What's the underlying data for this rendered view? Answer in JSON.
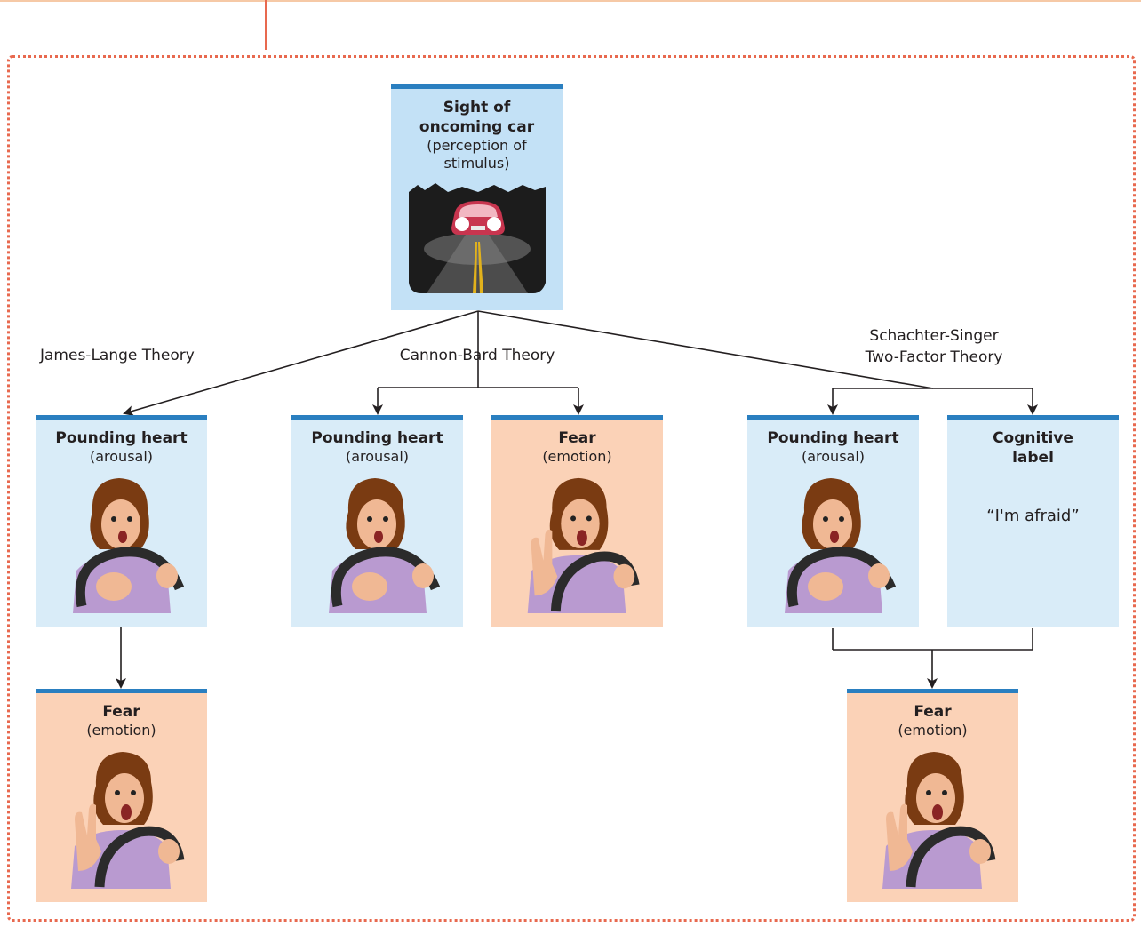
{
  "stimulus": {
    "title": "Sight of oncoming car",
    "subtitle": "(perception of stimulus)"
  },
  "theories": {
    "james_lange": "James-Lange Theory",
    "cannon_bard": "Cannon-Bard Theory",
    "schachter_singer_line1": "Schachter-Singer",
    "schachter_singer_line2": "Two-Factor Theory"
  },
  "boxes": {
    "jl_arousal": {
      "title": "Pounding heart",
      "subtitle": "(arousal)"
    },
    "jl_fear": {
      "title": "Fear",
      "subtitle": "(emotion)"
    },
    "cb_arousal": {
      "title": "Pounding heart",
      "subtitle": "(arousal)"
    },
    "cb_fear": {
      "title": "Fear",
      "subtitle": "(emotion)"
    },
    "ss_arousal": {
      "title": "Pounding heart",
      "subtitle": "(arousal)"
    },
    "ss_label": {
      "title": "Cognitive label",
      "quote": "“I'm afraid”"
    },
    "ss_fear": {
      "title": "Fear",
      "subtitle": "(emotion)"
    }
  },
  "colors": {
    "accent_bar": "#2a7fc0",
    "arousal_box": "#d9ecf8",
    "emotion_box": "#fbd2b7",
    "frame": "#e8694f"
  }
}
